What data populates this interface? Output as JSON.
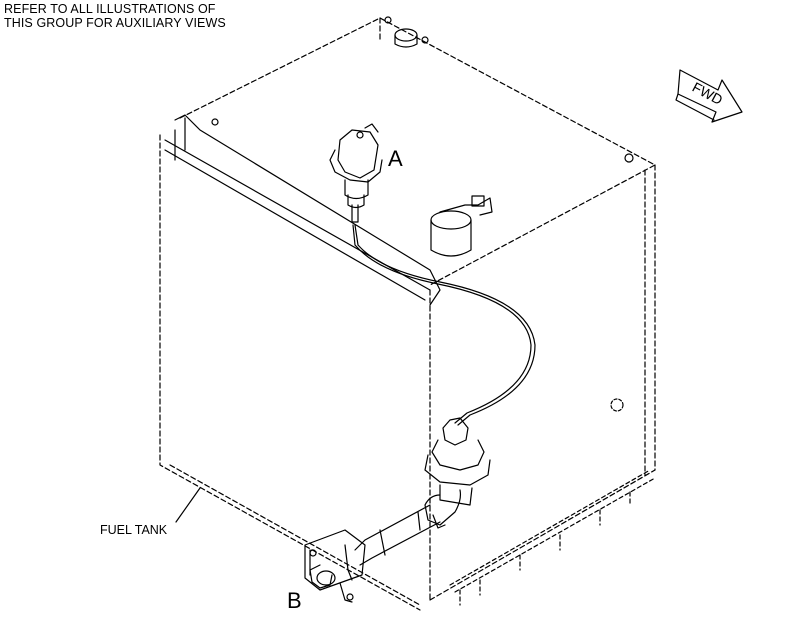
{
  "note": {
    "line1": "REFER TO ALL ILLUSTRATIONS OF",
    "line2": "THIS GROUP FOR AUXILIARY VIEWS"
  },
  "callouts": {
    "a": "A",
    "b": "B"
  },
  "labels": {
    "fuel_tank": "FUEL TANK",
    "direction": "FWD"
  }
}
